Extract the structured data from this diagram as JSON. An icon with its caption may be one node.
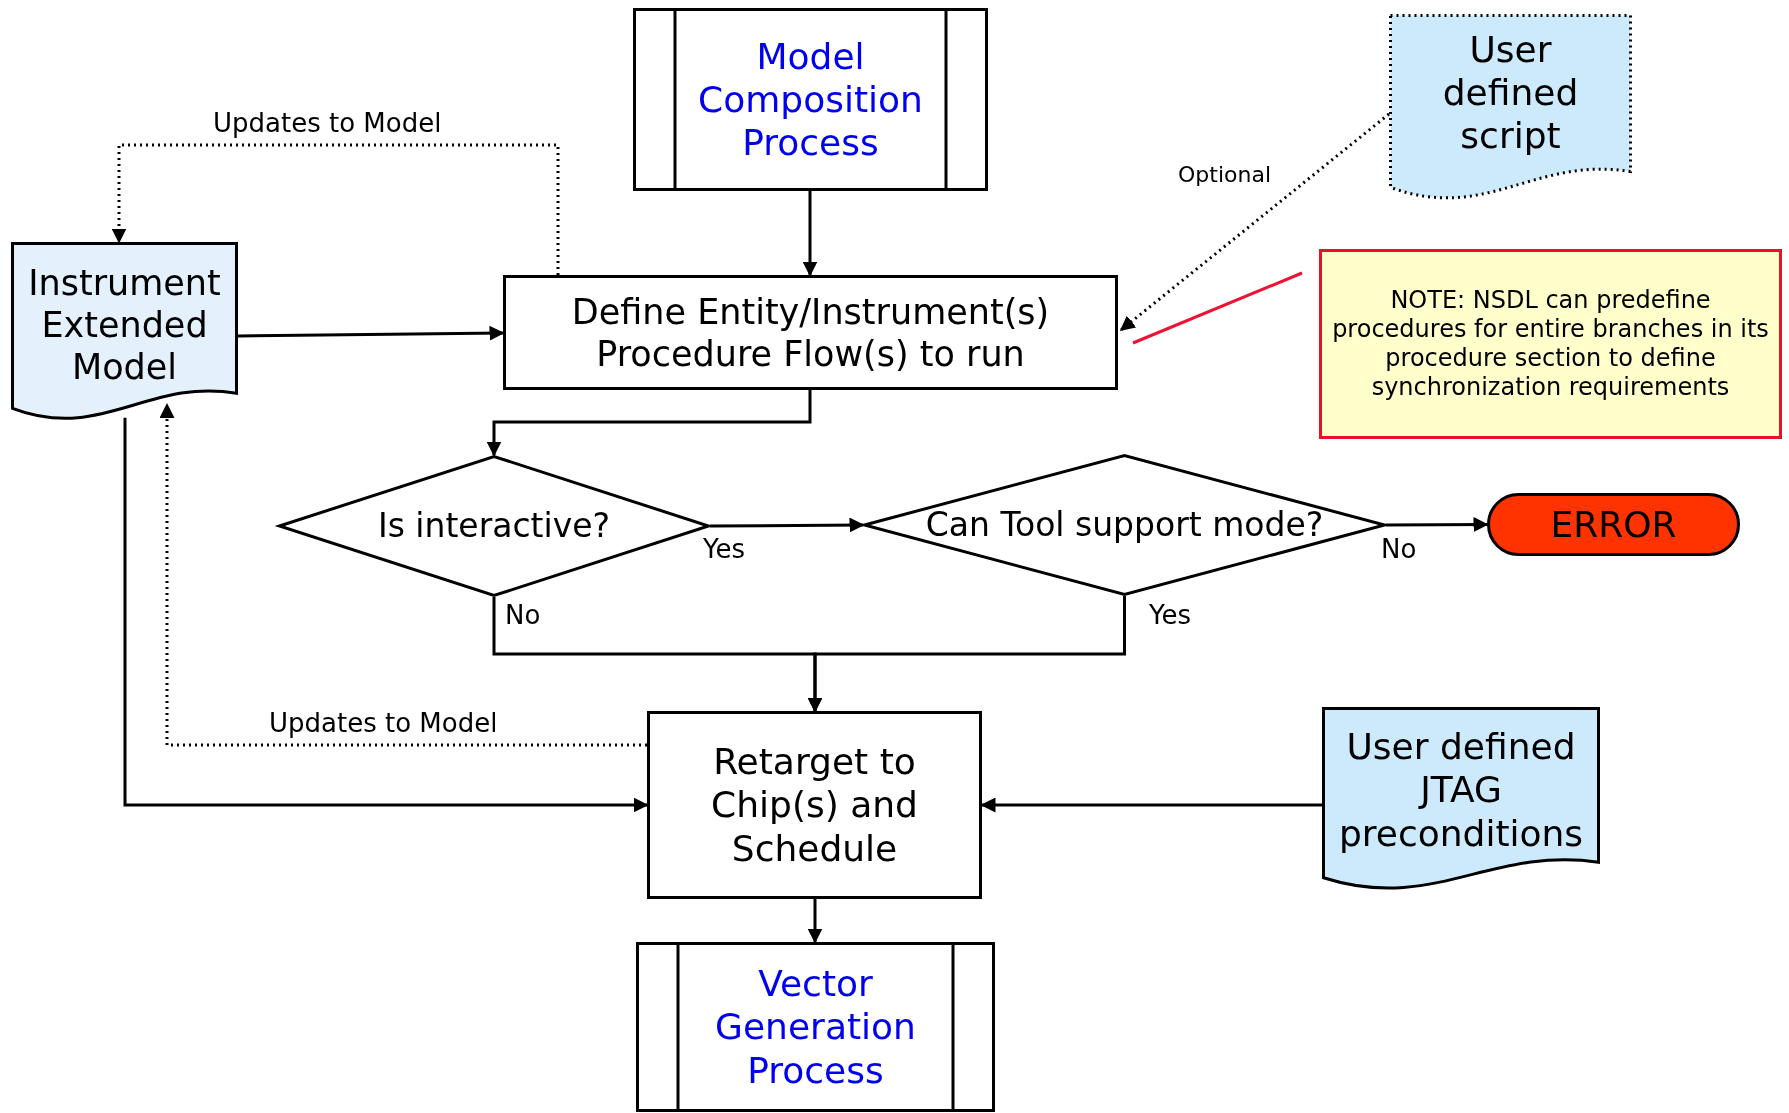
{
  "diagram": {
    "nodes": [
      {
        "text": [
          "Model Composition Process"
        ]
      },
      {
        "text": [
          "User defined script"
        ]
      },
      {
        "text": [
          "Instrument Extended Model"
        ]
      },
      {
        "text": [
          "Define Entity/Instrument(s) Procedure Flow(s) to run"
        ]
      },
      {
        "text": [
          "NOTE: NSDL can predefine procedures for entire branches in its procedure section to define synchronization requirements"
        ]
      },
      {
        "text": [
          "Is interactive?"
        ]
      },
      {
        "text": [
          "Can Tool support mode?"
        ]
      },
      {
        "text": [
          "ERROR"
        ]
      },
      {
        "text": [
          "Retarget to Chip(s) and Schedule"
        ]
      },
      {
        "text": [
          "User defined JTAG preconditions"
        ]
      },
      {
        "text": [
          "Vector Generation Process"
        ]
      }
    ],
    "edges": [
      {
        "from": 0,
        "to": 3,
        "arrow": "to"
      },
      {
        "from": 1,
        "to": 3,
        "arrow": "to",
        "style": "dashed",
        "label": "Optional"
      },
      {
        "from": 3,
        "to": 2,
        "arrow": "to",
        "style": "dashed",
        "label": "Updates to Model"
      },
      {
        "from": 2,
        "to": 3,
        "arrow": "to"
      },
      {
        "from": 4,
        "to": 3,
        "arrow": "none",
        "color": "#ee1133"
      },
      {
        "from": 3,
        "to": 5,
        "arrow": "to"
      },
      {
        "from": 5,
        "to": 6,
        "arrow": "to",
        "label": "Yes"
      },
      {
        "from": 6,
        "to": 7,
        "arrow": "to",
        "label": "No"
      },
      {
        "from": 5,
        "to": 8,
        "arrow": "to",
        "label": "No"
      },
      {
        "from": 6,
        "to": 8,
        "arrow": "to",
        "label": "Yes"
      },
      {
        "from": 8,
        "to": 2,
        "arrow": "to",
        "style": "dashed",
        "label": "Updates to Model"
      },
      {
        "from": 2,
        "to": 8,
        "arrow": "to"
      },
      {
        "from": 9,
        "to": 8,
        "arrow": "to"
      },
      {
        "from": 8,
        "to": 10,
        "arrow": "to"
      }
    ]
  }
}
